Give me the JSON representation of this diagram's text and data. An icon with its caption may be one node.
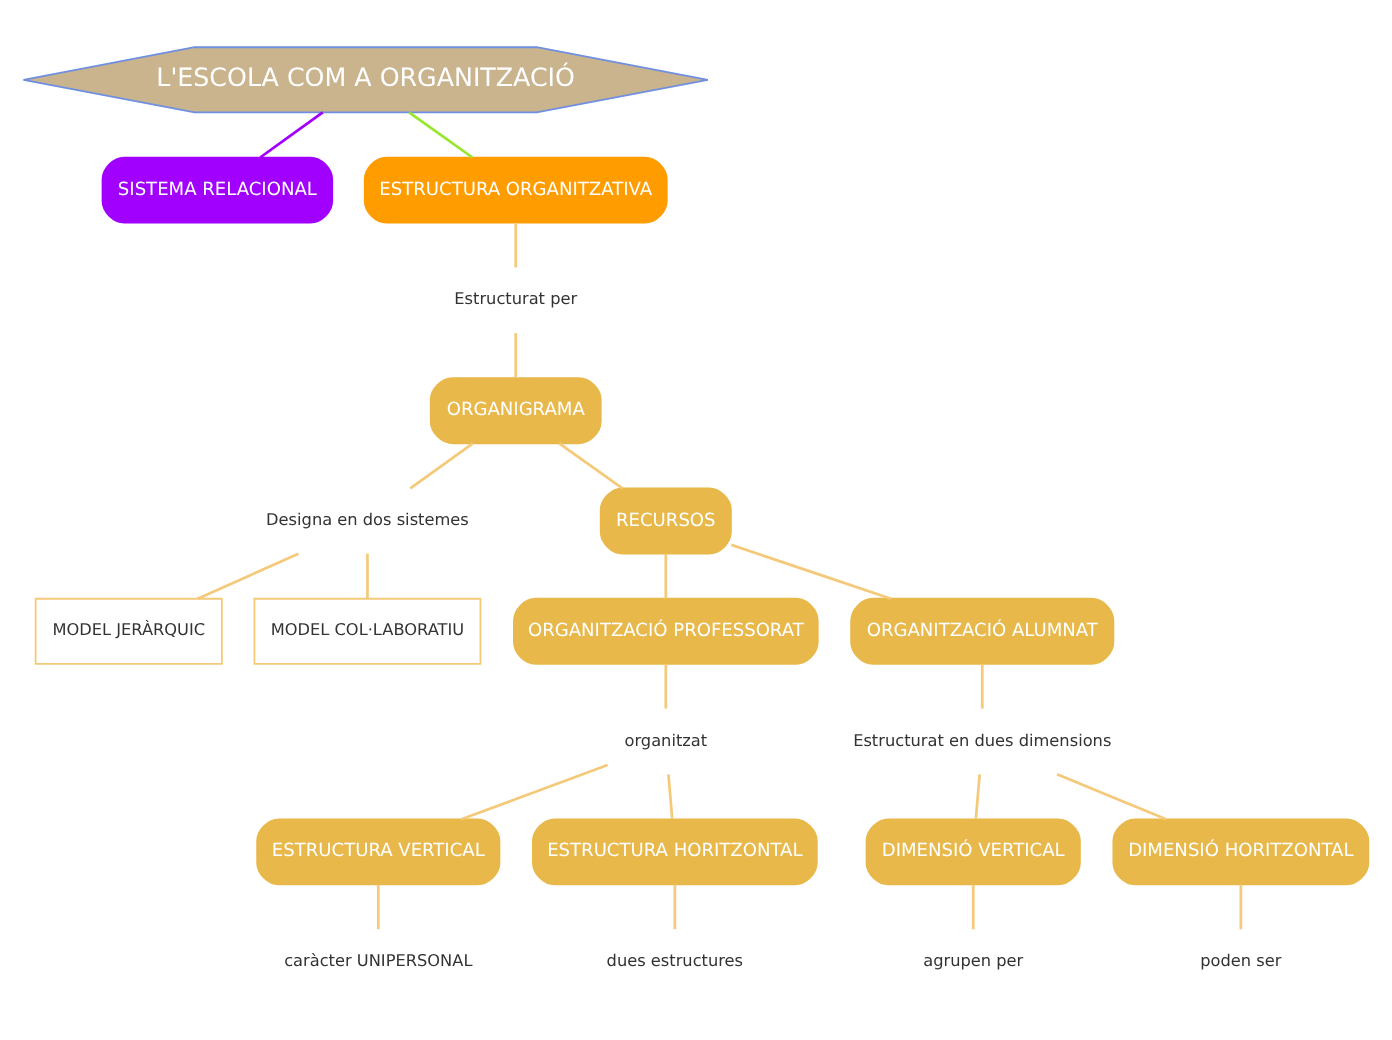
{
  "diagram": {
    "nodes": [
      {
        "text": [
          "L'ESCOLA COM A ORGANITZACIÓ"
        ]
      },
      {
        "text": [
          "SISTEMA RELACIONAL"
        ]
      },
      {
        "text": [
          "ESTRUCTURA ORGANITZATIVA"
        ]
      },
      {
        "text": [
          "Estructurat per"
        ]
      },
      {
        "text": [
          "ORGANIGRAMA"
        ]
      },
      {
        "text": [
          "Designa en dos sistemes"
        ]
      },
      {
        "text": [
          "MODEL JERÀRQUIC"
        ]
      },
      {
        "text": [
          "MODEL COL·LABORATIU"
        ]
      },
      {
        "text": [
          "RECURSOS"
        ]
      },
      {
        "text": [
          "ORGANITZACIÓ PROFESSORAT"
        ]
      },
      {
        "text": [
          "organitzat"
        ]
      },
      {
        "text": [
          "ESTRUCTURA VERTICAL"
        ]
      },
      {
        "text": [
          "ESTRUCTURA HORITZONTAL"
        ]
      },
      {
        "text": [
          "caràcter UNIPERSONAL"
        ]
      },
      {
        "text": [
          "dues estructures"
        ]
      },
      {
        "text": [
          "ORGANITZACIÓ ALUMNAT"
        ]
      },
      {
        "text": [
          "Estructurat en dues dimensions"
        ]
      },
      {
        "text": [
          "DIMENSIÓ VERTICAL"
        ]
      },
      {
        "text": [
          "DIMENSIÓ HORITZONTAL"
        ]
      },
      {
        "text": [
          "agrupen per"
        ]
      },
      {
        "text": [
          "poden ser"
        ]
      }
    ],
    "edges": [
      {
        "from": 0,
        "to": 1,
        "arrow": "none",
        "color": "#a100ff"
      },
      {
        "from": 0,
        "to": 2,
        "arrow": "none",
        "color": "#99e62e"
      },
      {
        "from": 2,
        "to": 3,
        "arrow": "none"
      },
      {
        "from": 3,
        "to": 4,
        "arrow": "none"
      },
      {
        "from": 4,
        "to": 5,
        "arrow": "none"
      },
      {
        "from": 4,
        "to": 8,
        "arrow": "none"
      },
      {
        "from": 5,
        "to": 6,
        "arrow": "none"
      },
      {
        "from": 5,
        "to": 7,
        "arrow": "none"
      },
      {
        "from": 8,
        "to": 9,
        "arrow": "none"
      },
      {
        "from": 8,
        "to": 15,
        "arrow": "none"
      },
      {
        "from": 9,
        "to": 10,
        "arrow": "none"
      },
      {
        "from": 10,
        "to": 11,
        "arrow": "none"
      },
      {
        "from": 10,
        "to": 12,
        "arrow": "none"
      },
      {
        "from": 11,
        "to": 13,
        "arrow": "none"
      },
      {
        "from": 12,
        "to": 14,
        "arrow": "none"
      },
      {
        "from": 15,
        "to": 16,
        "arrow": "none"
      },
      {
        "from": 16,
        "to": 17,
        "arrow": "none"
      },
      {
        "from": 16,
        "to": 18,
        "arrow": "none"
      },
      {
        "from": 17,
        "to": 19,
        "arrow": "none"
      },
      {
        "from": 18,
        "to": 20,
        "arrow": "none"
      }
    ]
  }
}
